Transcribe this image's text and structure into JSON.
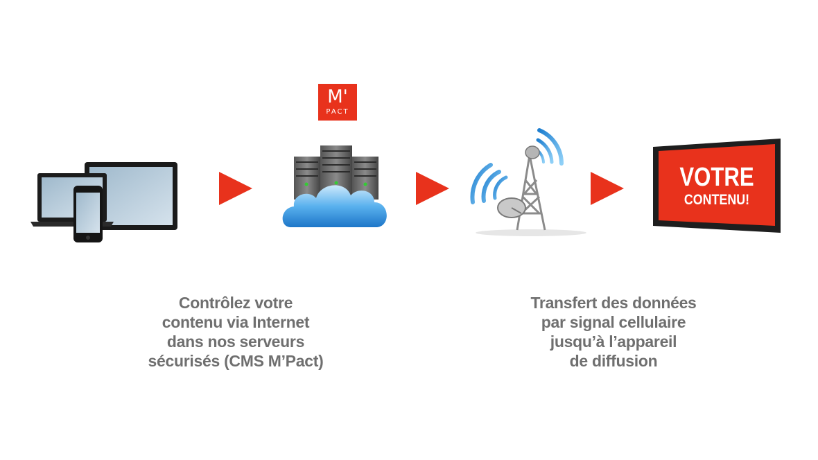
{
  "logo": {
    "mark": "M'",
    "text": "PACT"
  },
  "screen": {
    "line1": "VOTRE",
    "line2": "CONTENU!"
  },
  "captions": {
    "left": [
      "Contrôlez votre",
      "contenu via Internet",
      "dans nos serveurs",
      "sécurisés (CMS M’Pact)"
    ],
    "right": [
      "Transfert des données",
      "par signal cellulaire",
      "jusqu’à l’appareil",
      "de diffusion"
    ]
  },
  "colors": {
    "accent": "#e8321c",
    "caption": "#6f6f6f",
    "cloud": "#4aa8e8"
  },
  "icons": [
    "devices-icon",
    "server-cloud-icon",
    "cell-tower-icon",
    "display-screen-icon",
    "arrow-right-icon"
  ]
}
